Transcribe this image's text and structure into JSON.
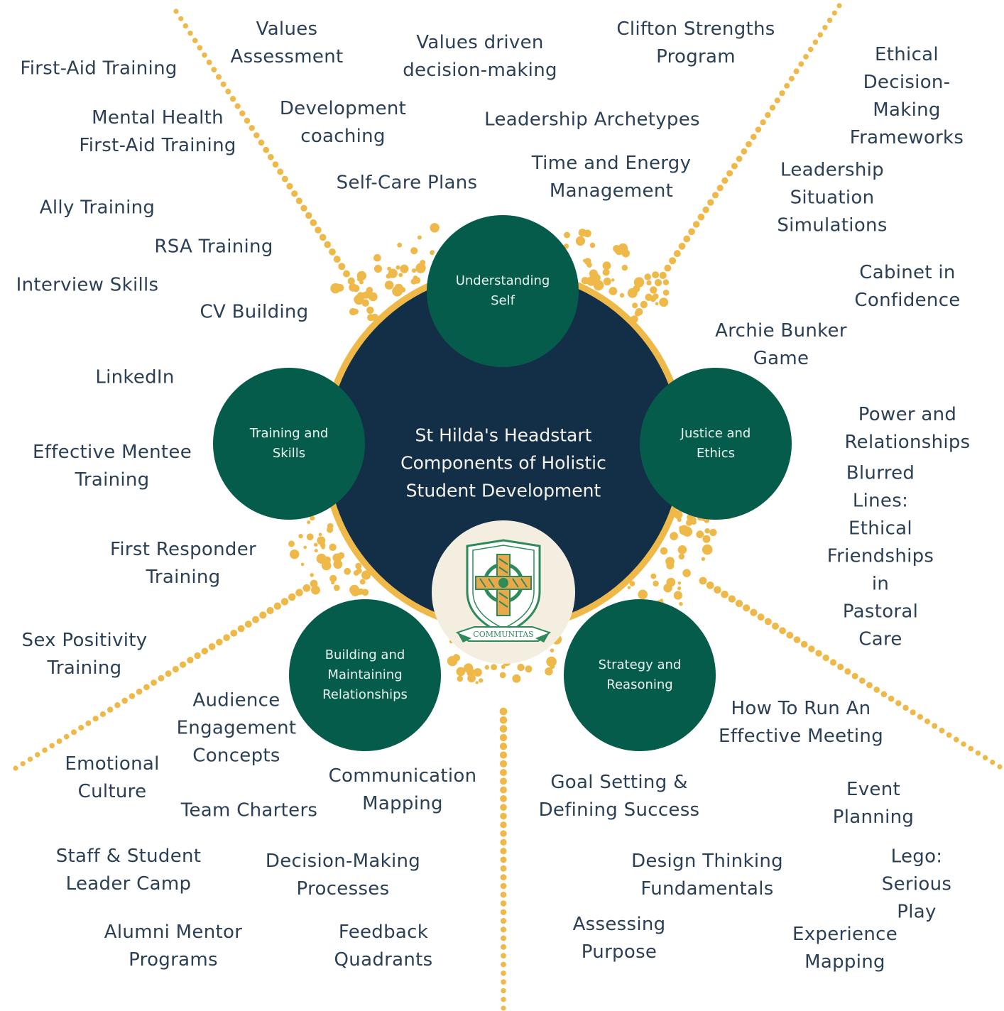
{
  "title": "St Hilda's Headstart\nComponents of Holistic\nStudent Development",
  "crest_motto": "COMMUNITAS",
  "colors": {
    "hub": "#132f47",
    "hub_ring": "#efb94a",
    "node": "#065c4a",
    "dots": "#efb94a",
    "label_text": "#2b3f55",
    "crest_bg": "#f3eee0",
    "crest_green": "#2f8a5a"
  },
  "nodes": {
    "understanding_self": "Understanding\nSelf",
    "justice_ethics": "Justice and\nEthics",
    "strategy_reasoning": "Strategy and\nReasoning",
    "building_relationships": "Building and\nMaintaining\nRelationships",
    "training_skills": "Training and\nSkills"
  },
  "activities": {
    "first_aid": "First-Aid Training",
    "values_assessment": "Values\nAssessment",
    "values_driven": "Values driven\ndecision-making",
    "clifton": "Clifton Strengths\nProgram",
    "ethical_frameworks": "Ethical Decision-\nMaking\nFrameworks",
    "mental_health": "Mental Health\nFirst-Aid Training",
    "dev_coaching": "Development\ncoaching",
    "leadership_archetypes": "Leadership Archetypes",
    "self_care": "Self-Care Plans",
    "time_energy": "Time and Energy\nManagement",
    "leadership_simulations": "Leadership Situation\nSimulations",
    "ally": "Ally Training",
    "rsa": "RSA Training",
    "cabinet": "Cabinet in\nConfidence",
    "interview": "Interview Skills",
    "cv": "CV Building",
    "archie": "Archie Bunker\nGame",
    "linkedin": "LinkedIn",
    "power": "Power and\nRelationships",
    "mentee": "Effective Mentee\nTraining",
    "blurred": "Blurred Lines:\nEthical\nFriendships in\nPastoral Care",
    "first_responder": "First Responder\nTraining",
    "sex_positivity": "Sex Positivity\nTraining",
    "audience": "Audience\nEngagement\nConcepts",
    "meeting": "How To Run An\nEffective Meeting",
    "emotional": "Emotional\nCulture",
    "communication": "Communication\nMapping",
    "goal": "Goal Setting &\nDefining Success",
    "team_charters": "Team Charters",
    "event": "Event Planning",
    "camp": "Staff & Student\nLeader Camp",
    "decision_processes": "Decision-Making\nProcesses",
    "design_thinking": "Design Thinking\nFundamentals",
    "lego": "Lego: Serious\nPlay",
    "alumni": "Alumni Mentor\nPrograms",
    "feedback": "Feedback\nQuadrants",
    "assessing": "Assessing\nPurpose",
    "experience": "Experience\nMapping"
  }
}
